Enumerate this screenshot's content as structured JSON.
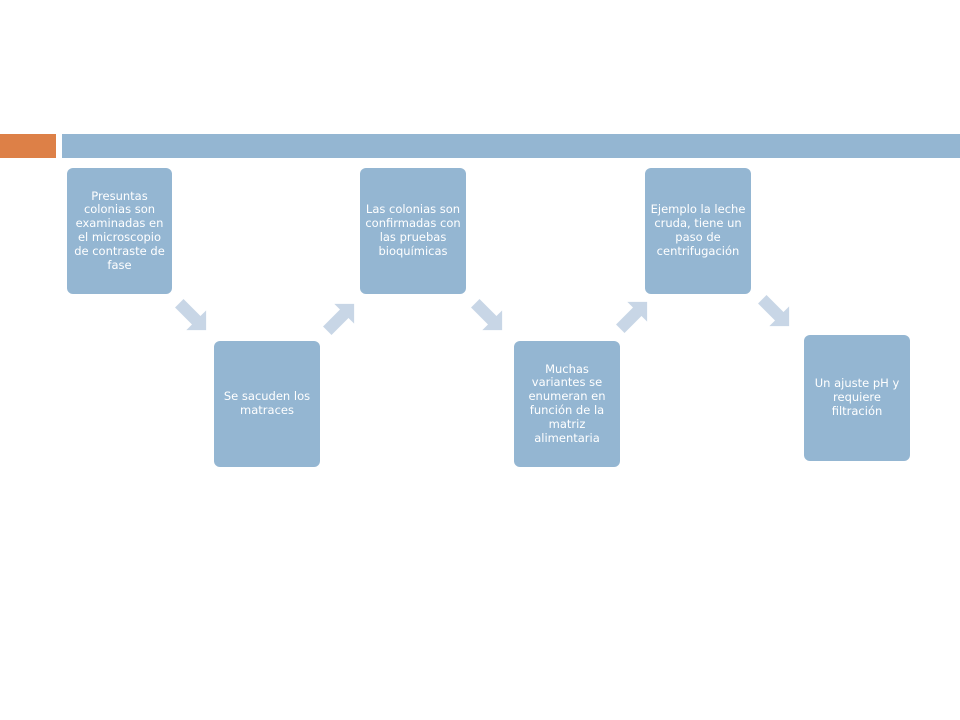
{
  "diagram": {
    "steps": [
      {
        "text": "Presuntas colonias son examinadas en el microscopio de contraste de fase"
      },
      {
        "text": "Se sacuden los matraces"
      },
      {
        "text": "Las colonias son confirmadas con las pruebas bioquímicas"
      },
      {
        "text": "Muchas variantes se enumeran en función de la matriz alimentaria"
      },
      {
        "text": "Ejemplo la leche cruda, tiene un paso de centrifugación"
      },
      {
        "text": "Un ajuste pH y requiere filtración"
      }
    ],
    "colors": {
      "box": "#94b6d2",
      "arrow": "#c8d6e6",
      "accent": "#dd8047",
      "text": "#ffffff"
    }
  }
}
